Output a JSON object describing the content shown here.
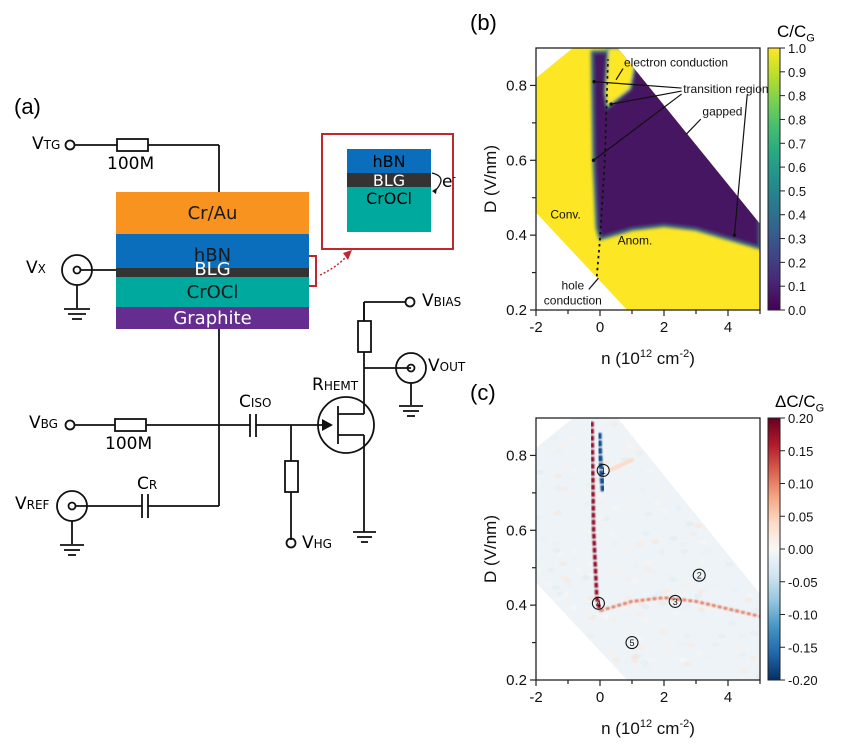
{
  "panel_a": {
    "label": "(a)",
    "stack_layers": [
      {
        "name": "Cr/Au",
        "color": "#f7931e",
        "text_color": "#1a1a1a"
      },
      {
        "name": "hBN",
        "color": "#0a6ebd",
        "text_color": "#1a1a1a"
      },
      {
        "name": "BLG",
        "color": "#333333",
        "text_color": "#ffffff"
      },
      {
        "name": "CrOCl",
        "color": "#00a99d",
        "text_color": "#1a1a1a"
      },
      {
        "name": "Graphite",
        "color": "#662d91",
        "text_color": "#ffffff"
      }
    ],
    "inset": {
      "layers": [
        "hBN",
        "BLG",
        "CrOCl"
      ],
      "electron_label": "e",
      "electron_sup": "-",
      "border_color": "#c1272d"
    },
    "circuit": {
      "v_tg": {
        "main": "V",
        "sub": "TG"
      },
      "r_tg": "100M",
      "v_x": {
        "main": "V",
        "sub": "X"
      },
      "v_bg": {
        "main": "V",
        "sub": "BG"
      },
      "r_bg": "100M",
      "c_iso": {
        "main": "C",
        "sub": "ISO"
      },
      "c_r": {
        "main": "C",
        "sub": "R"
      },
      "v_ref": {
        "main": "V",
        "sub": "REF"
      },
      "v_hg": {
        "main": "V",
        "sub": "HG"
      },
      "v_bias": {
        "main": "V",
        "sub": "BIAS"
      },
      "v_out": {
        "main": "V",
        "sub": "OUT"
      },
      "r_hemt": {
        "main": "R",
        "sub": "HEMT"
      }
    }
  },
  "chart_data": [
    {
      "panel": "(b)",
      "type": "heatmap",
      "title": "",
      "colorbar_label": "C/C",
      "colorbar_label_sub": "G",
      "colormap": "viridis",
      "colorbar_ticks": [
        "1.0",
        "0.9",
        "0.8",
        "0.8",
        "0.7",
        "0.6",
        "0.5",
        "0.4",
        "0.3",
        "0.2",
        "0.1",
        "0.0"
      ],
      "clim": [
        0.0,
        1.0
      ],
      "xlabel": "n (10",
      "xlabel_sup": "12",
      "xlabel_mid": " cm",
      "xlabel_sup2": "-2",
      "xlabel_end": ")",
      "ylabel": "D (V/nm)",
      "xlim": [
        -2,
        5
      ],
      "ylim": [
        0.2,
        0.9
      ],
      "xticks": [
        "-2",
        "0",
        "2",
        "4"
      ],
      "yticks": [
        "0.2",
        "0.4",
        "0.6",
        "0.8"
      ],
      "regions": [
        {
          "name": "Conv.",
          "value": 1.0
        },
        {
          "name": "Anom.",
          "value": 1.0
        },
        {
          "name": "gapped",
          "value": 0.05
        },
        {
          "name": "electron conduction",
          "value": 1.0
        }
      ],
      "annotations": [
        "electron conduction",
        "transition region",
        "gapped",
        "Conv.",
        "Anom.",
        "hole conduction"
      ],
      "transition_boundary": {
        "vertical_branch": [
          [
            -0.25,
            0.89
          ],
          [
            -0.2,
            0.6
          ],
          [
            -0.1,
            0.42
          ],
          [
            0.0,
            0.39
          ]
        ],
        "horizontal_branch": [
          [
            0.0,
            0.39
          ],
          [
            1.0,
            0.415
          ],
          [
            2.0,
            0.425
          ],
          [
            3.0,
            0.415
          ],
          [
            4.0,
            0.39
          ],
          [
            5.0,
            0.365
          ]
        ]
      },
      "dashed_line": [
        [
          -0.1,
          0.29
        ],
        [
          0.0,
          0.39
        ],
        [
          0.15,
          0.6
        ],
        [
          0.25,
          0.87
        ]
      ]
    },
    {
      "panel": "(c)",
      "type": "heatmap",
      "title": "",
      "colorbar_label": "ΔC/C",
      "colorbar_label_sub": "G",
      "colormap": "RdBu_r",
      "colorbar_ticks": [
        "0.20",
        "0.15",
        "0.10",
        "0.05",
        "0.00",
        "-0.05",
        "-0.10",
        "-0.15",
        "-0.20"
      ],
      "clim": [
        -0.2,
        0.2
      ],
      "xlabel": "n (10",
      "xlabel_sup": "12",
      "xlabel_mid": " cm",
      "xlabel_sup2": "-2",
      "xlabel_end": ")",
      "ylabel": "D (V/nm)",
      "xlim": [
        -2,
        5
      ],
      "ylim": [
        0.2,
        0.9
      ],
      "xticks": [
        "-2",
        "0",
        "2",
        "4"
      ],
      "yticks": [
        "0.2",
        "0.4",
        "0.6",
        "0.8"
      ],
      "markers": [
        {
          "label": "①",
          "x": 0.1,
          "y": 0.76
        },
        {
          "label": "②",
          "x": 3.1,
          "y": 0.48
        },
        {
          "label": "③",
          "x": 2.35,
          "y": 0.41
        },
        {
          "label": "④",
          "x": -0.05,
          "y": 0.405
        },
        {
          "label": "⑤",
          "x": 1.0,
          "y": 0.3
        }
      ],
      "red_feature": [
        [
          -0.25,
          0.89
        ],
        [
          -0.2,
          0.6
        ],
        [
          -0.1,
          0.42
        ],
        [
          0.0,
          0.385
        ],
        [
          1.0,
          0.41
        ],
        [
          2.0,
          0.42
        ],
        [
          3.0,
          0.41
        ],
        [
          4.0,
          0.39
        ],
        [
          5.0,
          0.37
        ]
      ],
      "blue_feature": [
        [
          -0.02,
          0.86
        ],
        [
          0.0,
          0.8
        ],
        [
          0.1,
          0.7
        ]
      ]
    }
  ]
}
